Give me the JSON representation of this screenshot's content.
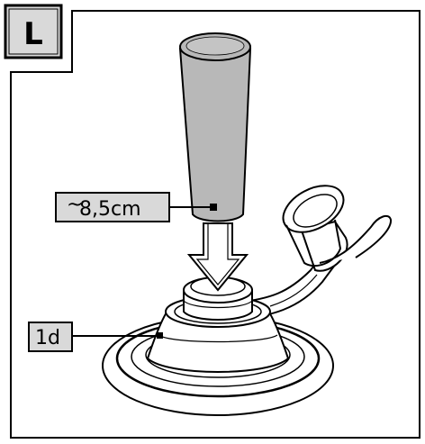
{
  "step": {
    "letter": "L"
  },
  "callouts": {
    "length": {
      "text": "8,5cm",
      "prefix": "~"
    },
    "part": {
      "text": "1d"
    }
  },
  "colors": {
    "tool_fill": "#b8b8b8",
    "callout_fill": "#d9d9d9",
    "line": "#000000",
    "background": "#ffffff"
  }
}
